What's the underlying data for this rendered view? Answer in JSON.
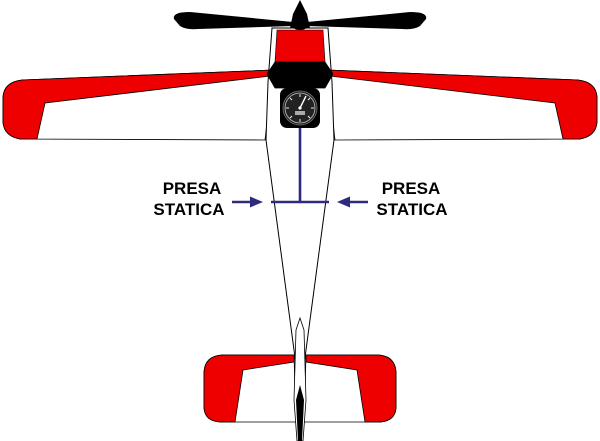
{
  "diagram": {
    "callouts": {
      "left": {
        "line1": "PRESA",
        "line2": "STATICA"
      },
      "right": {
        "line1": "PRESA",
        "line2": "STATICA"
      }
    },
    "icons": {
      "instrument": "airspeed-indicator-icon",
      "arrow": "arrow-icon"
    },
    "colors": {
      "airframe_accent": "#ee0000",
      "airframe_base": "#ffffff",
      "propeller": "#000000",
      "pitot_static_line": "#2e2a80",
      "text": "#000000"
    }
  }
}
